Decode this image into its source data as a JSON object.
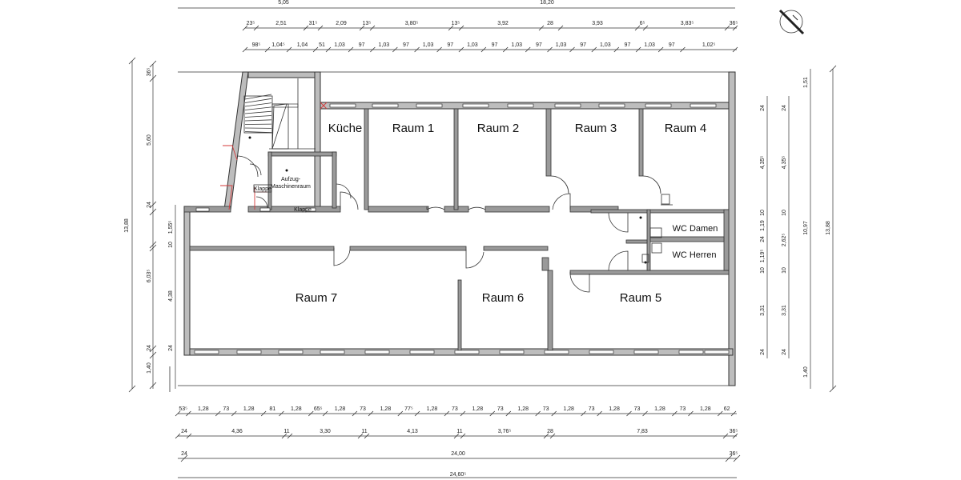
{
  "rooms": {
    "kueche": "Küche",
    "raum1": "Raum 1",
    "raum2": "Raum 2",
    "raum3": "Raum 3",
    "raum4": "Raum 4",
    "raum5": "Raum 5",
    "raum6": "Raum 6",
    "raum7": "Raum 7",
    "wc_damen": "WC Damen",
    "wc_herren": "WC Herren",
    "aufzug_line1": "Aufzug-",
    "aufzug_line2": "Maschinenraum",
    "klappe_1": "Klappe",
    "klappe_2": "Klappe"
  },
  "dims_top": {
    "row0_total": "18,20",
    "row0_left": "5,05",
    "row1": [
      "23⁵",
      "2,51",
      "31⁵",
      "2,09",
      "13⁵",
      "3,80⁵",
      "13⁵",
      "3,92",
      "28",
      "3,93",
      "6⁵",
      "3,83⁵",
      "36⁵"
    ],
    "row2": [
      "98⁵",
      "1,04⁵",
      "1,04",
      "51",
      "1,03",
      "97",
      "1,03",
      "97",
      "1,03",
      "97",
      "1,03",
      "97",
      "1,03",
      "97",
      "1,03",
      "97",
      "1,03",
      "97",
      "1,03",
      "97",
      "1,02⁵"
    ]
  },
  "dims_bottom": {
    "row1": [
      "53⁵",
      "1,28",
      "73",
      "1,28",
      "81",
      "1,28",
      "65⁵",
      "1,28",
      "73",
      "1,28",
      "77⁵",
      "1,28",
      "73",
      "1,28",
      "73",
      "1,28",
      "73",
      "1,28",
      "73",
      "1,28",
      "73",
      "1,28",
      "73",
      "1,28",
      "62"
    ],
    "row2": [
      "24",
      "4,36",
      "11",
      "3,30",
      "11",
      "4,13",
      "11",
      "3,76⁵",
      "28",
      "7,83",
      "36⁵"
    ],
    "row3": [
      "24",
      "24,00",
      "36⁵"
    ],
    "row4": [
      "24,60⁵"
    ]
  },
  "dims_left": {
    "total": "13,88",
    "inner": [
      "36⁵",
      "5,60",
      "24",
      "1,55⁵",
      "10",
      "6,03⁵",
      "24",
      "1,40"
    ],
    "inner2": [
      "4,38",
      "24"
    ]
  },
  "dims_right": {
    "col_a": [
      "24",
      "4,35⁵",
      "10",
      "1,19",
      "24",
      "1,19⁵",
      "10",
      "3,31",
      "24"
    ],
    "col_b": [
      "24",
      "4,35⁵",
      "10",
      "2,62⁵",
      "10",
      "3,31",
      "24"
    ],
    "col_c": [
      "1,51",
      "10,97",
      "1,40"
    ],
    "col_d": "13,88"
  }
}
